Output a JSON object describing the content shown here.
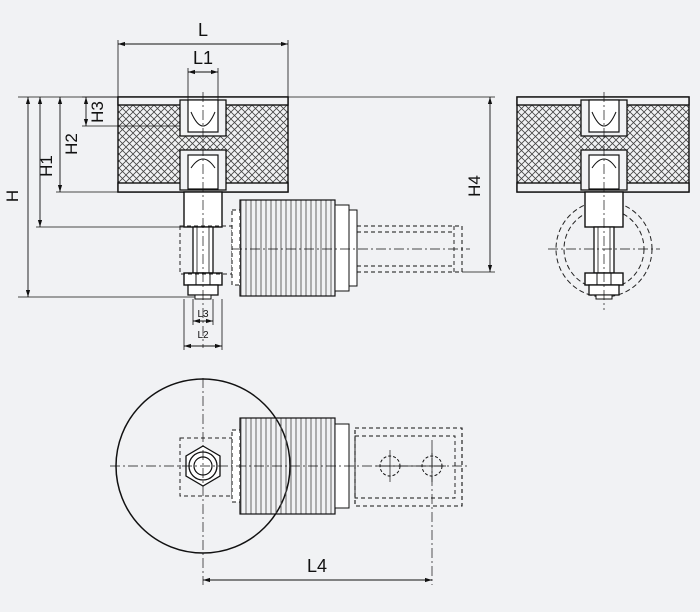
{
  "labels": {
    "L": "L",
    "L1": "L1",
    "L2": "L2",
    "L3": "L3",
    "L4": "L4",
    "H": "H",
    "H1": "H1",
    "H2": "H2",
    "H3": "H3",
    "H4": "H4"
  },
  "colors": {
    "background": "#f1f2f4",
    "line": "#111111",
    "hatch": "#444444"
  }
}
